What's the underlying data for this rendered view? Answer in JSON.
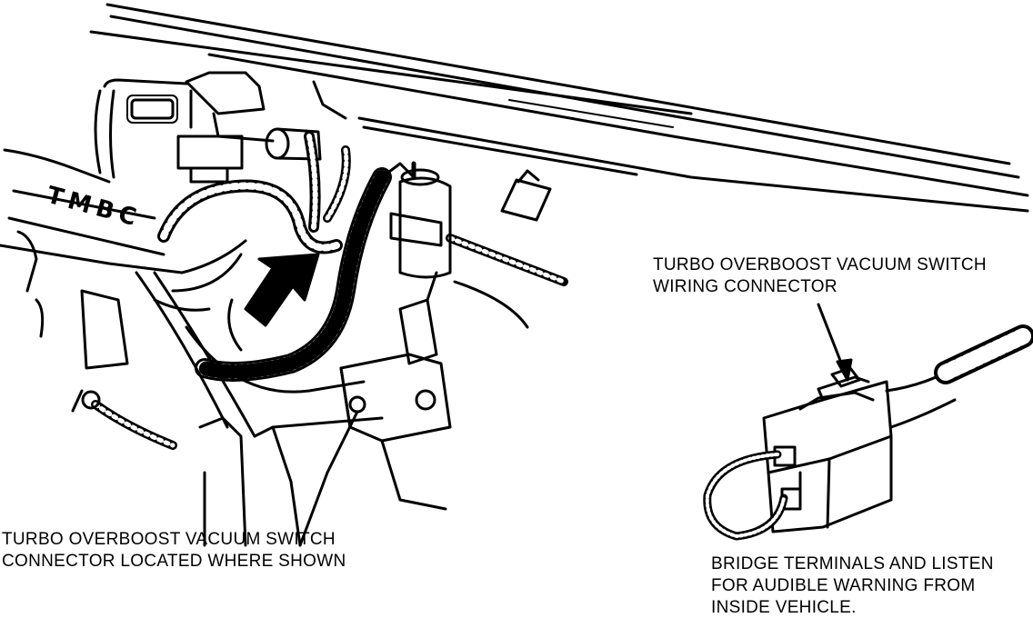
{
  "captions": {
    "location": {
      "line1": "TURBO OVERBOOST VACUUM SWITCH",
      "line2": "CONNECTOR LOCATED WHERE SHOWN"
    },
    "connector": {
      "line1": "TURBO OVERBOOST VACUUM SWITCH",
      "line2": "WIRING CONNECTOR"
    },
    "instruction": {
      "line1": "BRIDGE TERMINALS AND LISTEN",
      "line2": "FOR AUDIBLE WARNING FROM",
      "line3": "INSIDE VEHICLE."
    }
  },
  "engraving": {
    "lettering": "TMBC"
  },
  "colors": {
    "ink": "#000000",
    "paper": "#ffffff"
  }
}
